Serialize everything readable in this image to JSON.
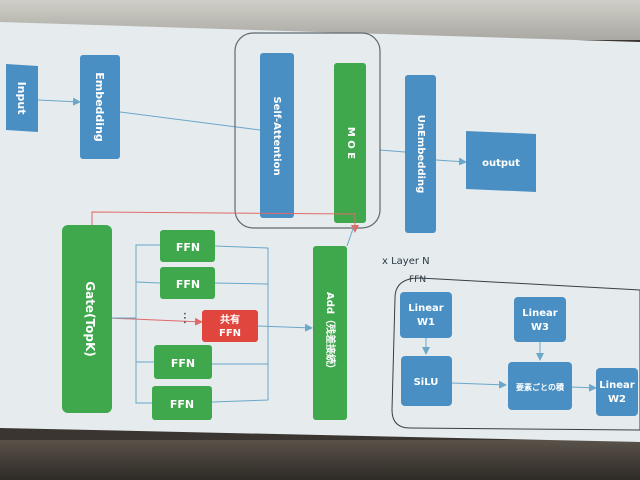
{
  "diagram": {
    "nodes": {
      "input": "Input",
      "embedding": "Embedding",
      "self_attention": "Self-Attention",
      "moe": "M O E",
      "unembedding": "UnEmbedding",
      "output": "output",
      "gate": "Gate(TopK)",
      "ffn_1": "FFN",
      "ffn_2": "FFN",
      "ffn_3": "FFN",
      "ffn_4": "FFN",
      "shared_ffn_line1": "共有",
      "shared_ffn_line2": "FFN",
      "add": "Add（残差接続）",
      "dots": "⋮",
      "linear_w1_line1": "Linear",
      "linear_w1_line2": "W1",
      "linear_w3_line1": "Linear",
      "linear_w3_line2": "W3",
      "silu": "SiLU",
      "elementwise": "要素ごとの積",
      "linear_w2_line1": "Linear",
      "linear_w2_line2": "W2"
    },
    "labels": {
      "layer_repeat": "x Layer N",
      "ffn_group": "FFN"
    },
    "colors": {
      "blue": "#4a8fc4",
      "green": "#3fa74c",
      "red": "#e0453e",
      "line_blue": "#6aa7c8",
      "line_red": "#e06a6a",
      "slide_bg": "#e6ebee"
    }
  }
}
